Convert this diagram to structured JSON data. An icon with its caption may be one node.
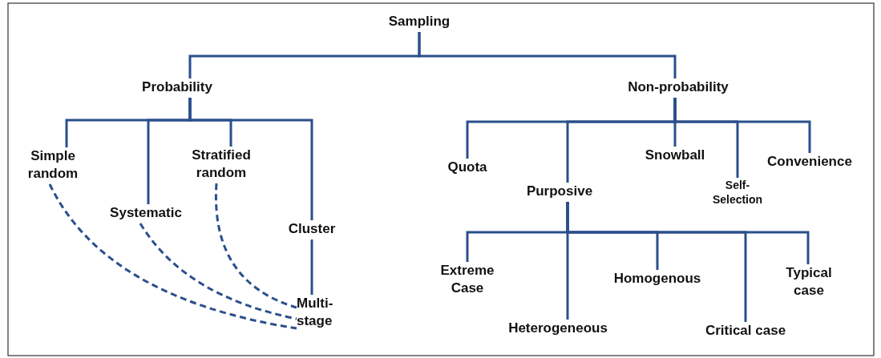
{
  "diagram": {
    "nodes": [
      {
        "text": [
          "Sampling"
        ]
      },
      {
        "text": [
          "Probability"
        ]
      },
      {
        "text": [
          "Non-probability"
        ]
      },
      {
        "text": [
          "Simple random"
        ]
      },
      {
        "text": [
          "Systematic"
        ]
      },
      {
        "text": [
          "Stratified random"
        ]
      },
      {
        "text": [
          "Cluster"
        ]
      },
      {
        "text": [
          "Multi-stage"
        ]
      },
      {
        "text": [
          "Quota"
        ]
      },
      {
        "text": [
          "Purposive"
        ]
      },
      {
        "text": [
          "Snowball"
        ]
      },
      {
        "text": [
          "Self-Selection"
        ]
      },
      {
        "text": [
          "Convenience"
        ]
      },
      {
        "text": [
          "Extreme Case"
        ]
      },
      {
        "text": [
          "Heterogeneous"
        ]
      },
      {
        "text": [
          "Homogenous"
        ]
      },
      {
        "text": [
          "Critical case"
        ]
      },
      {
        "text": [
          "Typical case"
        ]
      }
    ],
    "edges": [
      {
        "from": 0,
        "to": 1,
        "arrow": "none"
      },
      {
        "from": 0,
        "to": 2,
        "arrow": "none"
      },
      {
        "from": 1,
        "to": 3,
        "arrow": "none"
      },
      {
        "from": 1,
        "to": 4,
        "arrow": "none"
      },
      {
        "from": 1,
        "to": 5,
        "arrow": "none"
      },
      {
        "from": 1,
        "to": 6,
        "arrow": "none"
      },
      {
        "from": 6,
        "to": 7,
        "arrow": "none"
      },
      {
        "from": 3,
        "to": 7,
        "arrow": "none",
        "style": "dashed"
      },
      {
        "from": 4,
        "to": 7,
        "arrow": "none",
        "style": "dashed"
      },
      {
        "from": 5,
        "to": 7,
        "arrow": "none",
        "style": "dashed"
      },
      {
        "from": 2,
        "to": 8,
        "arrow": "none"
      },
      {
        "from": 2,
        "to": 9,
        "arrow": "none"
      },
      {
        "from": 2,
        "to": 10,
        "arrow": "none"
      },
      {
        "from": 2,
        "to": 11,
        "arrow": "none"
      },
      {
        "from": 2,
        "to": 12,
        "arrow": "none"
      },
      {
        "from": 9,
        "to": 13,
        "arrow": "none"
      },
      {
        "from": 9,
        "to": 14,
        "arrow": "none"
      },
      {
        "from": 9,
        "to": 15,
        "arrow": "none"
      },
      {
        "from": 9,
        "to": 16,
        "arrow": "none"
      },
      {
        "from": 9,
        "to": 17,
        "arrow": "none"
      }
    ]
  }
}
